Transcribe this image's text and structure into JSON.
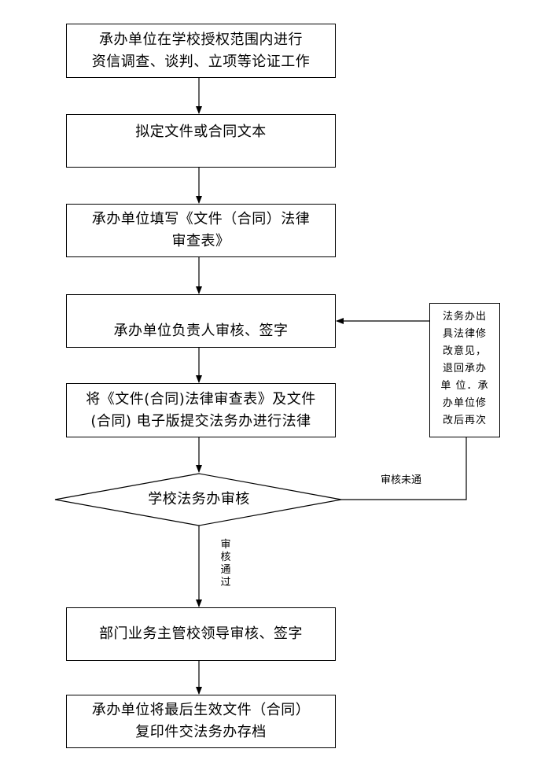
{
  "flowchart": {
    "steps": [
      {
        "lines": [
          "承办单位在学校授权范围内进行",
          "资信调查、谈判、立项等论证工作"
        ]
      },
      {
        "lines": [
          "拟定文件或合同文本"
        ]
      },
      {
        "lines": [
          "承办单位填写《文件（合同）法律",
          "审查表》"
        ]
      },
      {
        "lines": [
          "承办单位负责人审核、签字"
        ]
      },
      {
        "lines": [
          "将《文件(合同)法律审查表》及文件",
          "(合同) 电子版提交法务办进行法律"
        ]
      }
    ],
    "decision": {
      "label": "学校法务办审核"
    },
    "after_steps": [
      {
        "lines": [
          "部门业务主管校领导审核、签字"
        ]
      },
      {
        "lines": [
          "承办单位将最后生效文件（合同）",
          "复印件交法务办存档"
        ]
      }
    ],
    "feedback_box": {
      "lines": [
        "法务办出",
        "具法律修",
        "改意见，",
        "退回承办",
        "单 位．承",
        "办单位修",
        "改后再次"
      ]
    },
    "edge_labels": {
      "fail": "审核未通",
      "pass": [
        "审",
        "核",
        "通",
        "过"
      ]
    }
  }
}
